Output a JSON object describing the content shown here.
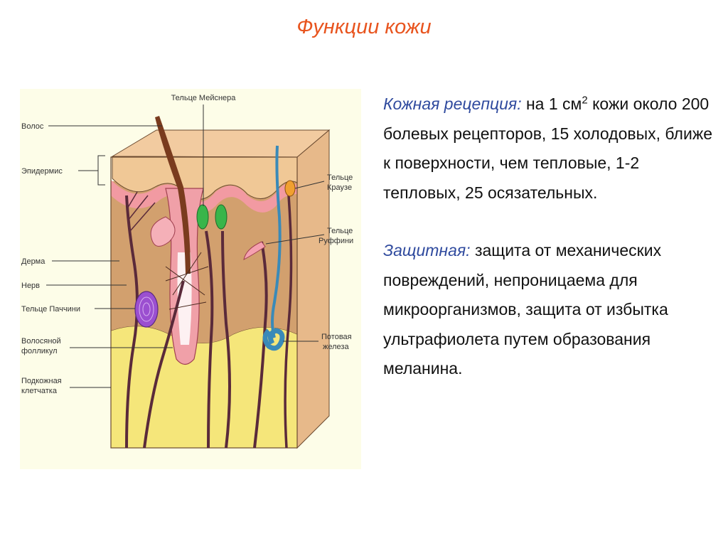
{
  "title": "Функции кожи",
  "diagram": {
    "labels": {
      "meissner": "Тельце Мейснера",
      "hair": "Волос",
      "epidermis": "Эпидермис",
      "krause_1": "Тельце",
      "krause_2": "Краузе",
      "ruffini_1": "Тельце",
      "ruffini_2": "Руффини",
      "dermis": "Дерма",
      "nerve": "Нерв",
      "pacini": "Тельце Паччини",
      "follicle_1": "Волосяной",
      "follicle_2": "фолликул",
      "sweat_1": "Потовая",
      "sweat_2": "железа",
      "subcutis_1": "Подкожная",
      "subcutis_2": "клетчатка"
    },
    "colors": {
      "epidermis": "#f0c896",
      "dermis": "#d2a06e",
      "subcutis": "#f5e67a",
      "nerve": "#5a2a3a",
      "hair": "#7a3b1e",
      "pacini": "#9b4fd0",
      "meissner": "#39b54a",
      "sweat_gland": "#3a8ab8",
      "follicle": "#f0a0a8"
    }
  },
  "reception": {
    "term": "Кожная рецепция",
    "colon": ":",
    "text1": " на 1 см",
    "sup": "2",
    "text2": " кожи около 200 болевых рецепторов, 15 холодовых, ближе к поверхности, чем тепловые, 1-2 тепловых, 25 осязательных."
  },
  "protective": {
    "term": "Защитная",
    "colon": ":",
    "text": " защита от механических повреждений, непроницаема для микроорганизмов, защита от избытка ультрафиолета путем образования меланина."
  }
}
